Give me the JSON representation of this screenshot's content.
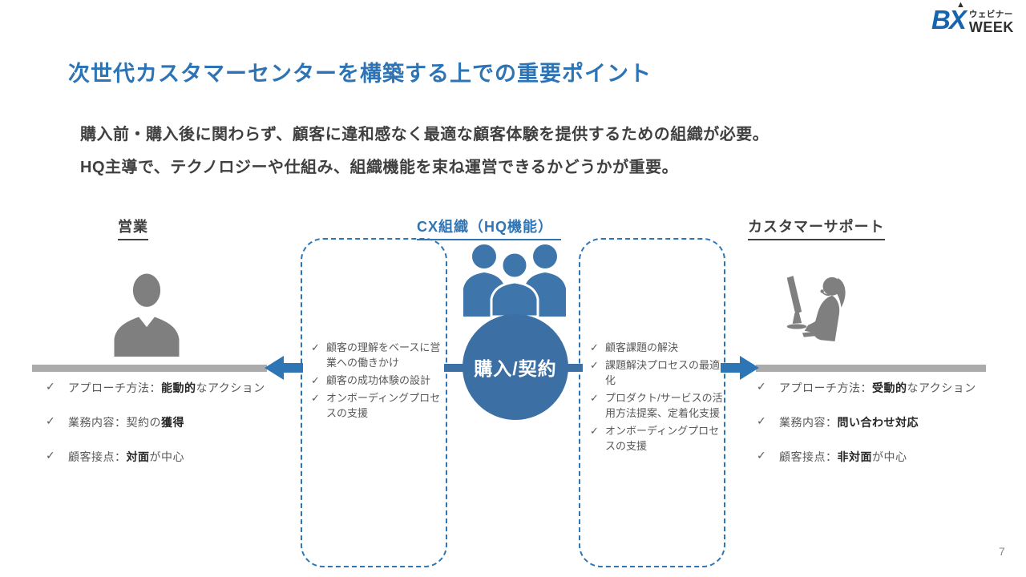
{
  "logo": {
    "bx": "BX",
    "webinar": "ウェビナー",
    "week": "WEEK"
  },
  "icons": {
    "check": "✓",
    "logo_arrow": "▲"
  },
  "title": "次世代カスタマーセンターを構築する上での重要ポイント",
  "lead": {
    "line1": "購入前・購入後に関わらず、顧客に違和感なく最適な顧客体験を提供するための組織が必要。",
    "line2": "HQ主導で、テクノロジーや仕組み、組織機能を束ね運営できるかどうかが重要。"
  },
  "sales": {
    "header": "営業",
    "items": [
      {
        "prefix": "アプローチ方法：",
        "bold": "能動的",
        "suffix": "なアクション"
      },
      {
        "prefix": "業務内容：契約の",
        "bold": "獲得",
        "suffix": ""
      },
      {
        "prefix": "顧客接点：",
        "bold": "対面",
        "suffix": "が中心"
      }
    ]
  },
  "cx": {
    "header": "CX組織（HQ機能）",
    "left_box_items": [
      "顧客の理解をベースに営業への働きかけ",
      "顧客の成功体験の設計",
      "オンボーディングプロセスの支援"
    ],
    "right_box_items": [
      "顧客課題の解決",
      "課題解決プロセスの最適化",
      "プロダクト/サービスの活用方法提案、定着化支援",
      "オンボーディングプロセスの支援"
    ],
    "circle_label": "購入/契約"
  },
  "support": {
    "header": "カスタマーサポート",
    "items": [
      {
        "prefix": "アプローチ方法：",
        "bold": "受動的",
        "suffix": "なアクション"
      },
      {
        "prefix": "業務内容：",
        "bold": "問い合わせ対応",
        "suffix": ""
      },
      {
        "prefix": "顧客接点：",
        "bold": "非対面",
        "suffix": "が中心"
      }
    ]
  },
  "page_number": "7",
  "colors": {
    "title_blue": "#2E74B5",
    "accent_blue": "#2E75B6",
    "circle_blue": "#3C70A4",
    "people_blue": "#3E76AC",
    "bar_gray": "#ABABAB",
    "silhouette_gray": "#7F7F7F",
    "text_dark": "#404040",
    "text_gray": "#595959",
    "bold_dark": "#262626",
    "page_gray": "#8A8A8A",
    "logo_blue": "#1566AF",
    "logo_dark": "#303030"
  }
}
